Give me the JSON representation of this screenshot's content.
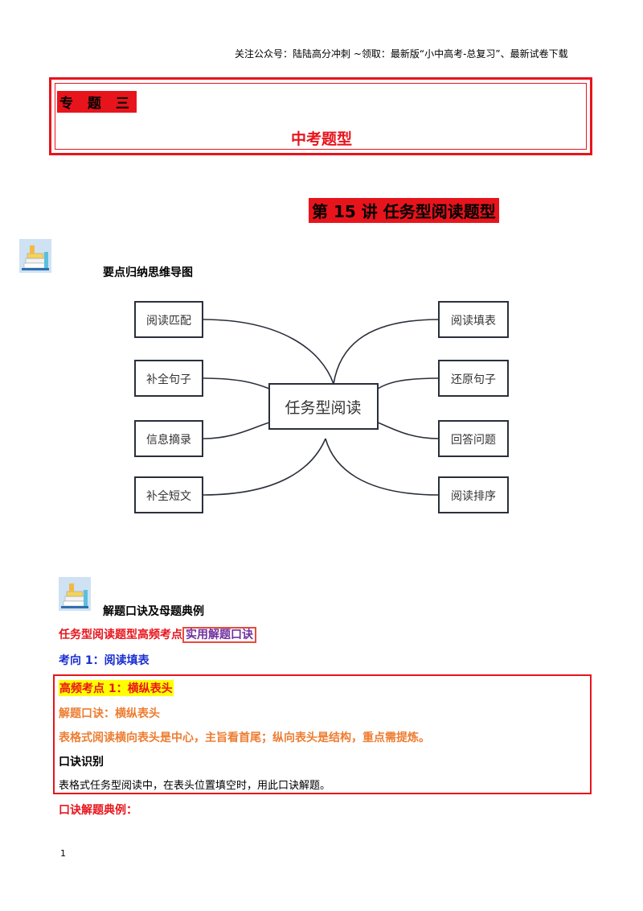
{
  "header_note": "关注公众号：陆陆高分冲刺 ~领取：最新版“小中高考-总复习”、最新试卷下载",
  "banner": {
    "label": "专 题 三",
    "title": "中考题型"
  },
  "lecture_title": "第 15 讲 任务型阅读题型",
  "section1": {
    "icon": "books-icon",
    "heading": "要点归纳思维导图"
  },
  "mindmap": {
    "center": "任务型阅读",
    "left_nodes": [
      "阅读匹配",
      "补全句子",
      "信息摘录",
      "补全短文"
    ],
    "right_nodes": [
      "阅读填表",
      "还原句子",
      "回答问题",
      "阅读排序"
    ]
  },
  "section2": {
    "icon": "books-icon",
    "heading": "解题口诀及母题典例"
  },
  "red_heading": {
    "text": "任务型阅读题型高频考点",
    "boxed": "实用解题口诀"
  },
  "direction_heading": "考向 1：阅读填表",
  "key_point": {
    "title": "高频考点 1：横纵表头",
    "formula_label": "解题口诀：横纵表头",
    "formula_text": "表格式阅读横向表头是中心，主旨看首尾；纵向表头是结构，重点需提炼。",
    "identify_heading": "口诀识别",
    "identify_text": "表格式任务型阅读中，在表头位置填空时，用此口诀解题。"
  },
  "example_heading": "口诀解题典例：",
  "page_number": "1",
  "colors": {
    "red": "#e8141c",
    "orange": "#ed7d31",
    "blue": "#1a2fd0",
    "purple": "#7030a0",
    "highlight": "#ffff00"
  }
}
